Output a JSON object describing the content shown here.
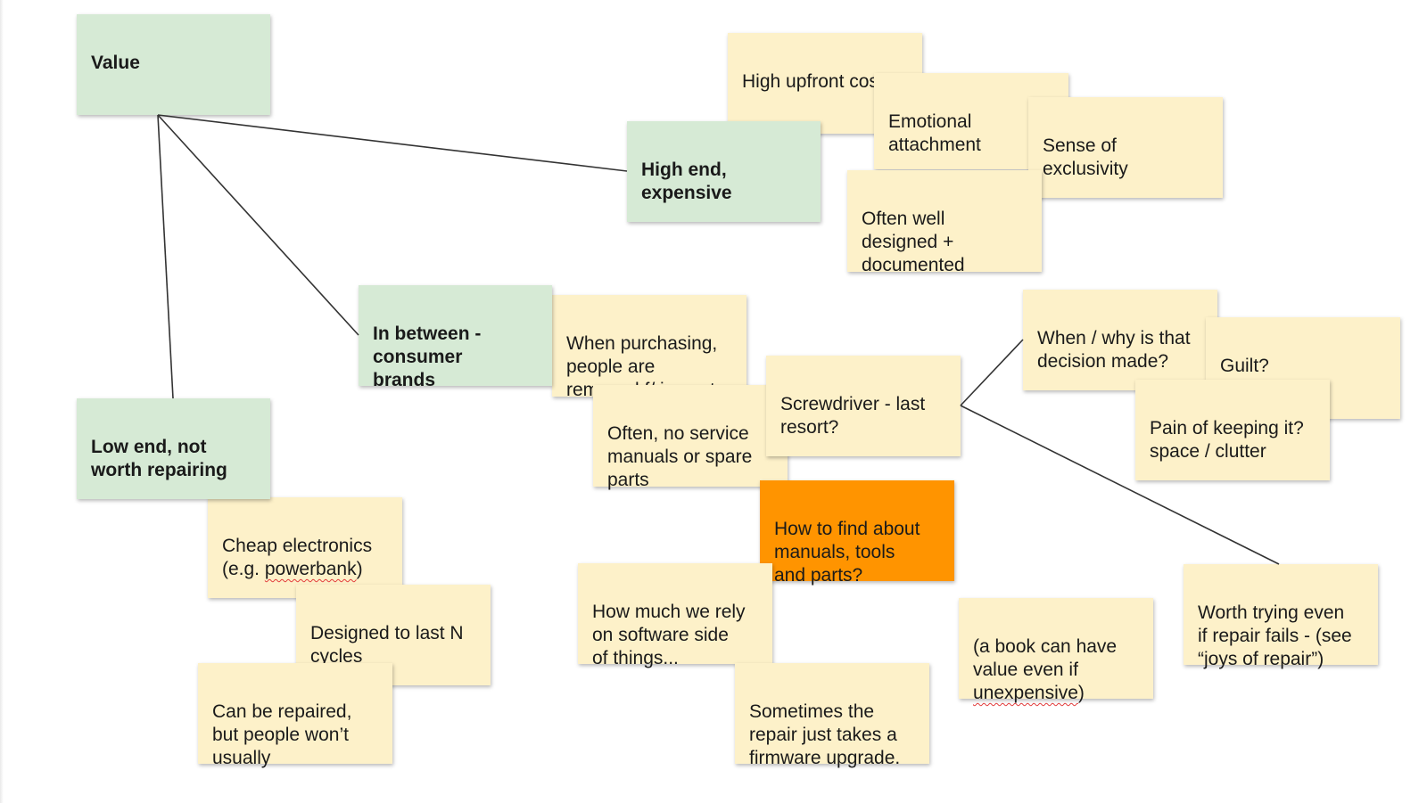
{
  "colors": {
    "category_note": "#d6ead5",
    "idea_note": "#fdf1c9",
    "highlight_note": "#ff9400",
    "connector": "#333333"
  },
  "notes": {
    "value": "Value",
    "high_end": "High end,\nexpensive",
    "in_between": "In between -\nconsumer\nbrands",
    "low_end": "Low end, not\nworth repairing",
    "high_upfront_cost": "High upfront cost",
    "emotional_attachment": "Emotional\nattachment",
    "sense_of_exclusivity": "Sense of\nexclusivity",
    "often_well_designed": "Often well\ndesigned +\ndocumented",
    "when_purchasing": "When purchasing,\npeople are\nremoved f/ impact",
    "no_service_manuals": "Often, no service\nmanuals or spare\nparts",
    "screwdriver": "Screwdriver - last\nresort?",
    "when_why_decision": "When / why is that\ndecision made?",
    "guilt": "Guilt?",
    "pain_of_keeping": "Pain of keeping it?\nspace / clutter",
    "how_to_find": "How to find about\nmanuals, tools\nand parts?",
    "software_side": "How much we rely\non software side\nof things...",
    "firmware_upgrade": "Sometimes the\nrepair just takes a\nfirmware upgrade.",
    "book_value": {
      "before": "(a book can have\nvalue even if\n",
      "squiggled": "unexpensive",
      "after": ")"
    },
    "worth_trying": "Worth trying even\nif repair fails - (see\n“joys of repair”)",
    "cheap_electronics": {
      "before": "Cheap electronics\n(e.g. ",
      "squiggled": "powerbank",
      "after": ")"
    },
    "designed_to_last": "Designed to last N\ncycles",
    "can_be_repaired": "Can be repaired,\nbut people won’t\nusually"
  }
}
